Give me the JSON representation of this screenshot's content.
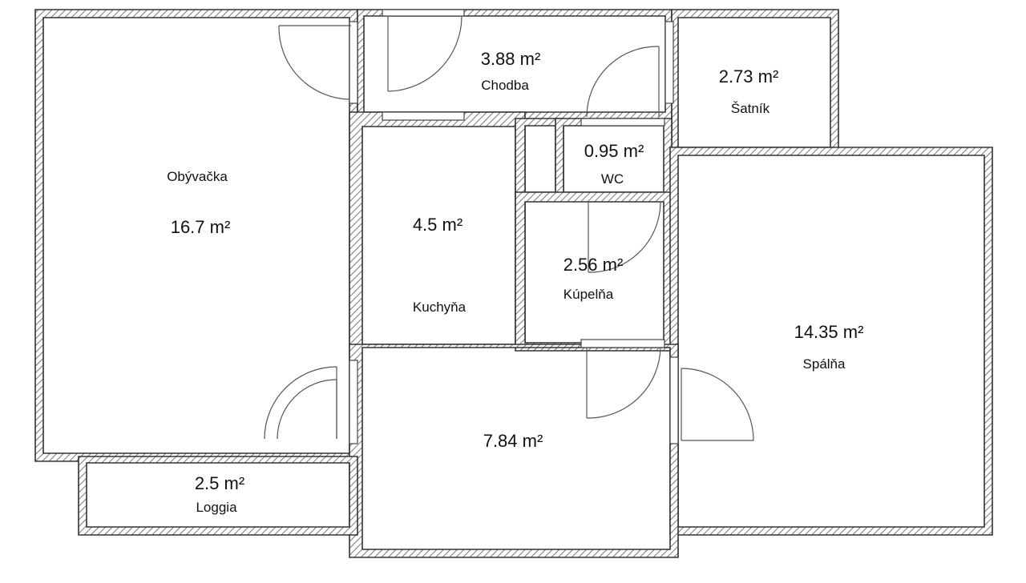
{
  "rooms": {
    "obyvacka": {
      "name": "Obývačka",
      "area": "16.7 m²"
    },
    "chodba": {
      "name": "Chodba",
      "area": "3.88 m²"
    },
    "satnik": {
      "name": "Šatník",
      "area": "2.73 m²"
    },
    "wc": {
      "name": "WC",
      "area": "0.95 m²"
    },
    "kuchyna": {
      "name": "Kuchyňa",
      "area": "4.5 m²"
    },
    "kupelna": {
      "name": "Kúpelňa",
      "area": "2.56 m²"
    },
    "spalna": {
      "name": "Spálňa",
      "area": "14.35 m²"
    },
    "hala": {
      "area": "7.84 m²"
    },
    "loggia": {
      "name": "Loggia",
      "area": "2.5 m²"
    }
  },
  "colors": {
    "wall_stroke": "#333333",
    "hatch": "#777777",
    "background": "#ffffff"
  }
}
